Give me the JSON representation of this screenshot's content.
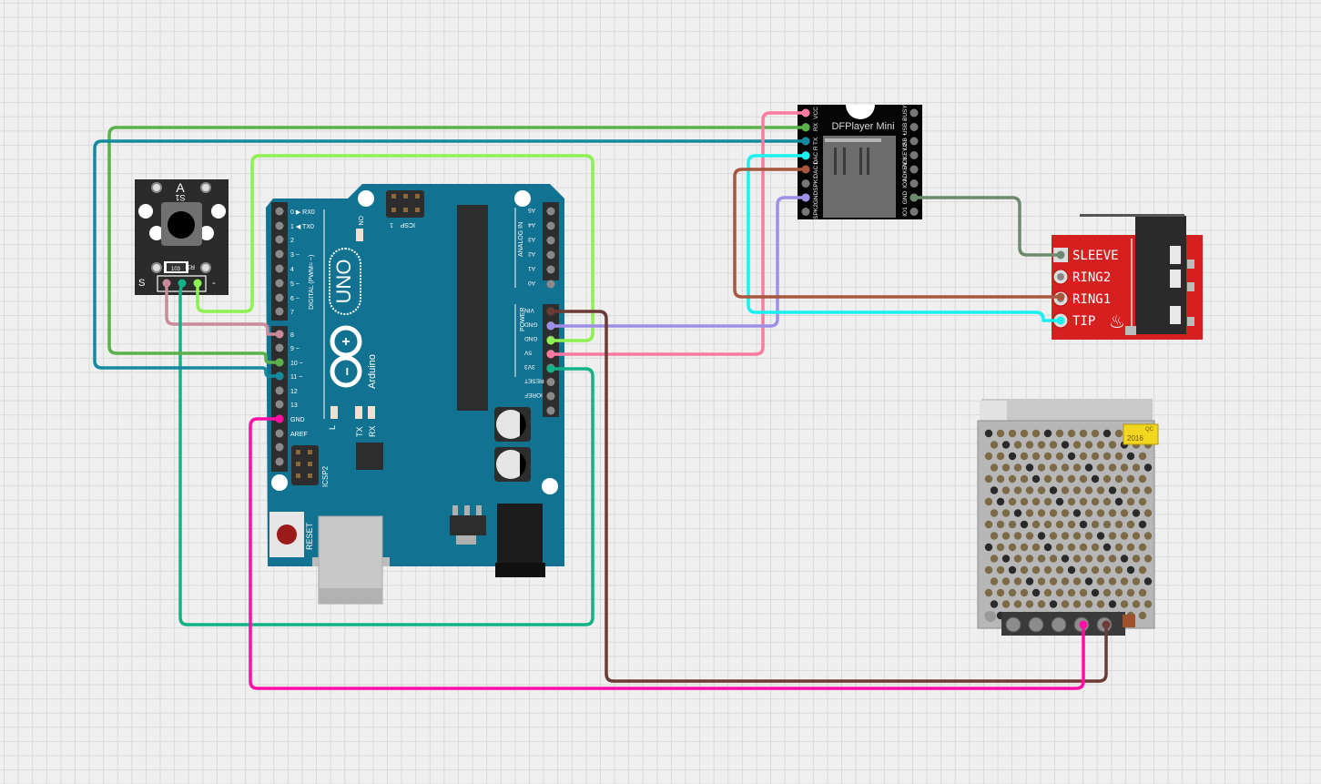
{
  "canvas": {
    "type": "circuit-breadboard-view",
    "background": "#efefef",
    "grid_color": "#d9d9d9"
  },
  "components": {
    "button_module": {
      "name": "Push Button Module",
      "silk_top": "A",
      "silk_switch": "S1",
      "resistor_value": "103",
      "resistor_ref": "R1",
      "pin_labels": [
        "S",
        "-"
      ]
    },
    "arduino": {
      "name": "Arduino UNO",
      "logo_text": "UNO",
      "brand": "Arduino",
      "board_color": "#127291",
      "digital_header_label": "DIGITAL (PWM= ~)",
      "digital_pins": [
        "0 ▶ RX0",
        "1 ◀ TX0",
        "2",
        "3 ~",
        "4",
        "5 ~",
        "6 ~",
        "7",
        "8",
        "9 ~",
        "10 ~",
        "11 ~",
        "12",
        "13",
        "GND",
        "AREF"
      ],
      "analog_header_label": "ANALOG IN",
      "analog_pins": [
        "A5",
        "A4",
        "A3",
        "A2",
        "A1",
        "A0"
      ],
      "power_header_label": "POWER",
      "power_pins": [
        "VIN",
        "GND",
        "GND",
        "5V",
        "3V3",
        "RESET",
        "IOREF"
      ],
      "icsp_label": "ICSP",
      "icsp_pin1": "1",
      "icsp2_label": "ICSP2",
      "on_label": "ON",
      "led_labels": [
        "L",
        "TX",
        "RX"
      ],
      "reset_label": "RESET"
    },
    "dfplayer": {
      "name": "DFPlayer Mini",
      "left_pins": [
        "VCC",
        "RX",
        "TX",
        "DAC R",
        "DAC L",
        "SPK1",
        "GND",
        "SPK2"
      ],
      "right_pins": [
        "BUSY",
        "USB -",
        "USB +",
        "ADKEY 2",
        "ADKEY 1",
        "IO2",
        "GND",
        "IO1"
      ]
    },
    "audio_jack": {
      "name": "TRRS Audio Jack Breakout",
      "pins": [
        "SLEEVE",
        "RING2",
        "RING1",
        "TIP"
      ],
      "board_color": "#d62020"
    },
    "power_supply": {
      "name": "Switching Power Supply",
      "label_year": "2016",
      "label_qc": "QC",
      "terminals": 5
    }
  },
  "wires": [
    {
      "id": "btn-S-to-D8",
      "color": "#c98a9a",
      "from": "button_module.S",
      "to": "arduino.8"
    },
    {
      "id": "btn-VCC-to-3V3",
      "color": "#11b386",
      "from": "button_module.VCC",
      "to": "arduino.3V3"
    },
    {
      "id": "btn-GND-to-GND",
      "color": "#8cf24f",
      "from": "button_module.-",
      "to": "arduino.GND"
    },
    {
      "id": "D10-to-DF-RX",
      "color": "#5ab04a",
      "from": "arduino.10",
      "to": "dfplayer.RX"
    },
    {
      "id": "D11-to-DF-TX",
      "color": "#138a9e",
      "from": "arduino.11",
      "to": "dfplayer.TX"
    },
    {
      "id": "5V-to-DF-VCC",
      "color": "#ff7aa0",
      "from": "arduino.5V",
      "to": "dfplayer.VCC"
    },
    {
      "id": "GND-to-DF-GND",
      "color": "#9f8fe8",
      "from": "arduino.GND",
      "to": "dfplayer.GND"
    },
    {
      "id": "DF-DACR-to-TIP",
      "color": "#19f0f0",
      "from": "dfplayer.DAC R",
      "to": "audio_jack.TIP"
    },
    {
      "id": "DF-DACL-to-RING1",
      "color": "#a9563e",
      "from": "dfplayer.DAC L",
      "to": "audio_jack.RING1"
    },
    {
      "id": "DF-GND-to-SLEEVE",
      "color": "#6d8a6d",
      "from": "dfplayer.GND(right)",
      "to": "audio_jack.SLEEVE"
    },
    {
      "id": "VIN-to-PSU",
      "color": "#6b3b36",
      "from": "arduino.VIN",
      "to": "power_supply.V+"
    },
    {
      "id": "GND-to-PSU",
      "color": "#ff0fa5",
      "from": "arduino.GND(digital)",
      "to": "power_supply.V-"
    }
  ]
}
